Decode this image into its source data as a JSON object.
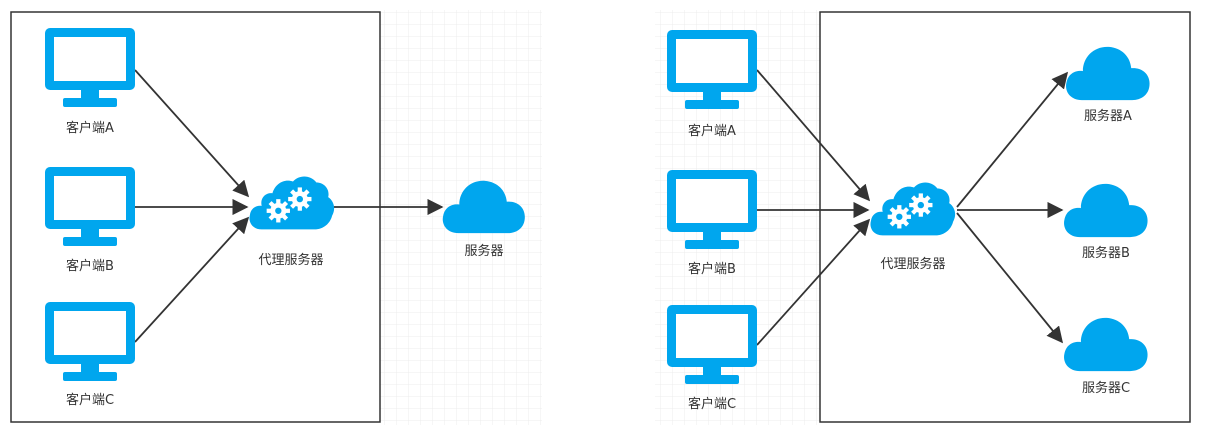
{
  "colors": {
    "icon": "#00A6EE",
    "line": "#333333",
    "box": "#333333",
    "grid": "#ececec"
  },
  "left_diagram": {
    "clients": [
      {
        "label": "客户端A",
        "icon": "monitor-icon"
      },
      {
        "label": "客户端B",
        "icon": "monitor-icon"
      },
      {
        "label": "客户端C",
        "icon": "monitor-icon"
      }
    ],
    "proxy": {
      "label": "代理服务器",
      "icon": "cloud-gears-icon"
    },
    "server": {
      "label": "服务器",
      "icon": "cloud-icon"
    }
  },
  "right_diagram": {
    "clients": [
      {
        "label": "客户端A",
        "icon": "monitor-icon"
      },
      {
        "label": "客户端B",
        "icon": "monitor-icon"
      },
      {
        "label": "客户端C",
        "icon": "monitor-icon"
      }
    ],
    "proxy": {
      "label": "代理服务器",
      "icon": "cloud-gears-icon"
    },
    "servers": [
      {
        "label": "服务器A",
        "icon": "cloud-icon"
      },
      {
        "label": "服务器B",
        "icon": "cloud-icon"
      },
      {
        "label": "服务器C",
        "icon": "cloud-icon"
      }
    ]
  }
}
